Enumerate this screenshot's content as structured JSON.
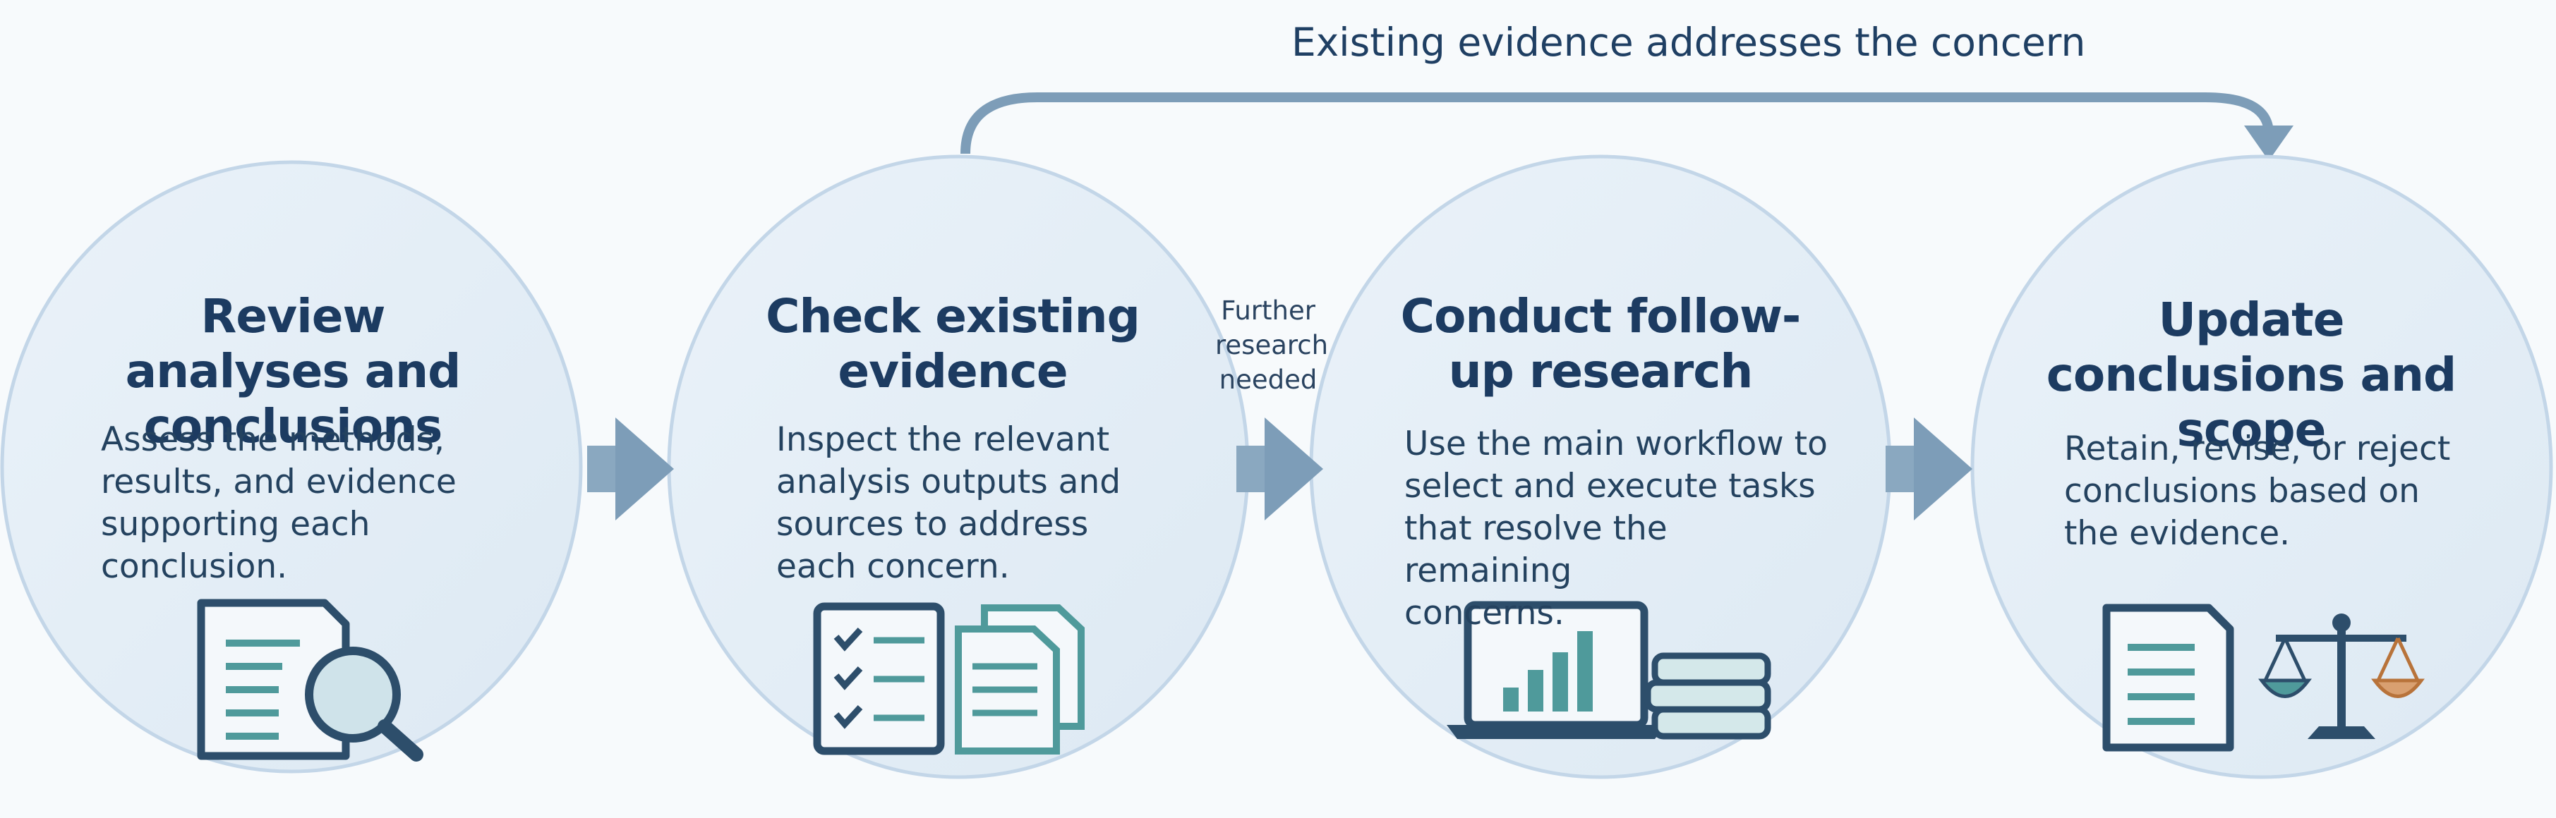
{
  "loop": {
    "label": "Existing evidence addresses the concern"
  },
  "branch": {
    "label": "Further\nresearch\nneeded"
  },
  "steps": [
    {
      "title": "Review analyses and conclusions",
      "description": "Assess the methods,\nresults, and evidence\nsupporting each\nconclusion."
    },
    {
      "title": "Check existing evidence",
      "description": "Inspect the relevant\nanalysis outputs and\nsources to address\neach concern."
    },
    {
      "title": "Conduct follow-up research",
      "description": "Use the main workflow to\nselect and execute tasks\nthat resolve the remaining\nconcerns."
    },
    {
      "title": "Update conclusions and scope",
      "description": "Retain, revise, or reject\nconclusions based on\nthe evidence."
    }
  ],
  "colors": {
    "circle_fill": "#e6eff7",
    "circle_stroke": "#c3d6e8",
    "arrow": "#7d9db8",
    "icon_dark": "#2d4e6b",
    "icon_teal": "#4f9a9b",
    "icon_accent": "#b8733a"
  },
  "icons": [
    "document-search-icon",
    "checklist-documents-icon",
    "laptop-chart-books-icon",
    "document-scales-icon"
  ]
}
